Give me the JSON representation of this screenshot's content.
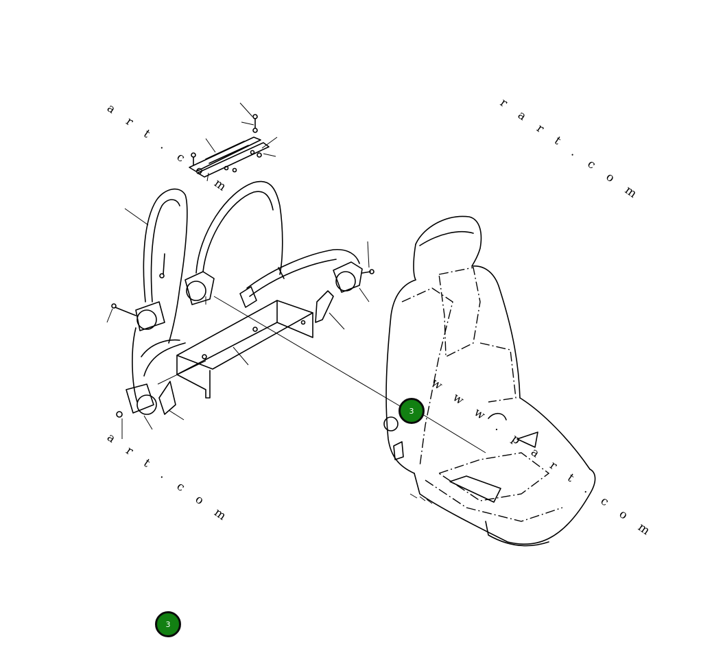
{
  "watermarks": {
    "top_left": "a r t . c o m",
    "top_right": "r a r t . c o m",
    "bottom_left": "a r t . c o m",
    "seat_diagonal": "w w w . p a r t . c o m"
  },
  "callouts": [
    {
      "label": "3",
      "color": "#128012"
    },
    {
      "label": "3",
      "color": "#128012"
    }
  ],
  "colors": {
    "callout_fill": "#128012",
    "callout_border": "#0b0b0b",
    "line": "#000000"
  }
}
